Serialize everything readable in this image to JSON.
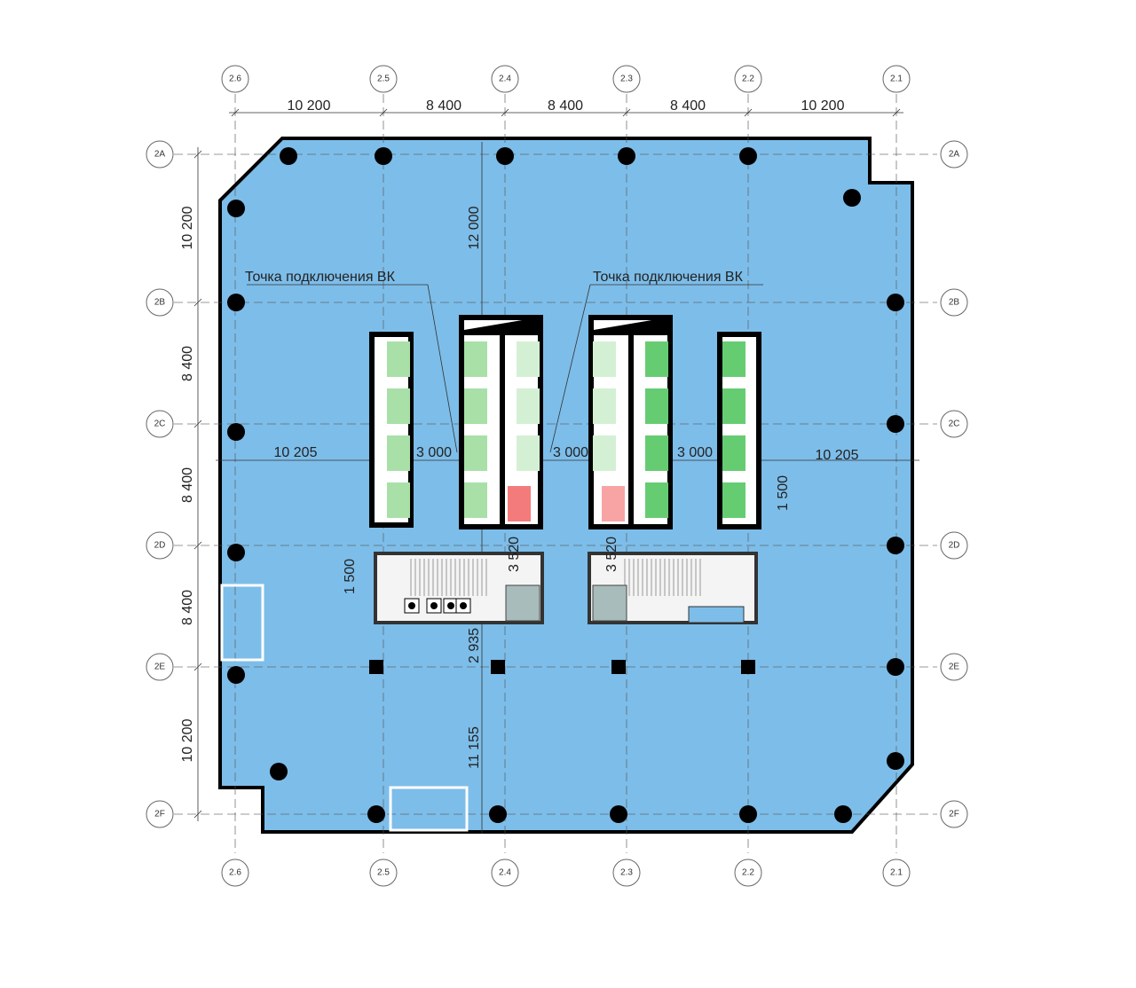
{
  "axes": {
    "columns": [
      "2.6",
      "2.5",
      "2.4",
      "2.3",
      "2.2",
      "2.1"
    ],
    "rows": [
      "2A",
      "2B",
      "2C",
      "2D",
      "2E",
      "2F"
    ]
  },
  "dimensions": {
    "top": [
      "10 200",
      "8 400",
      "8 400",
      "8 400",
      "10 200"
    ],
    "left": [
      "10 200",
      "8 400",
      "8 400",
      "8 400",
      "10 200"
    ],
    "inner": {
      "core_to_2A": "12 000",
      "left_span": "10 205",
      "right_span": "10 205",
      "core_gap_1": "3 000",
      "core_gap_2": "3 000",
      "core_gap_3": "3 000",
      "offset_right": "1 500",
      "offset_left": "1 500",
      "corridor_left": "3 520",
      "corridor_right": "3 520",
      "core_to_2E": "2 935",
      "core_to_edge": "11 155"
    }
  },
  "annotations": {
    "left_connection": "Точка подключения ВК",
    "right_connection": "Точка подключения ВК"
  },
  "colors": {
    "floor": "#7dbde9",
    "wall": "#000000",
    "elevator_dark": "#66cc72",
    "elevator_light": "#a8e0a8",
    "service_lift": "#f47b7b",
    "shaft": "#a9bcbc"
  }
}
